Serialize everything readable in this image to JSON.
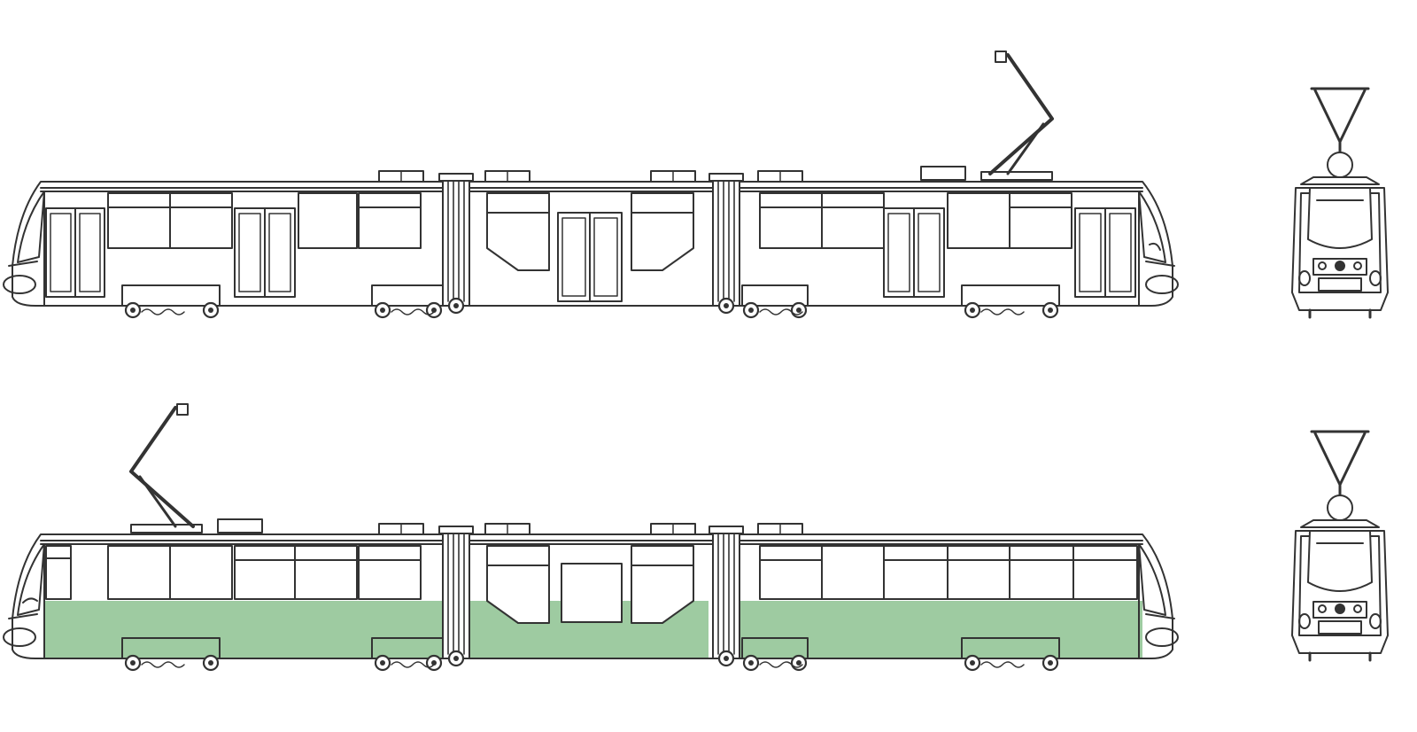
{
  "colors": {
    "background": "#ffffff",
    "line": "#333333",
    "livery_green": "#9ecba1",
    "body_fill": "#ffffff"
  },
  "views": [
    {
      "id": "top-side-view",
      "pantograph": "right",
      "livery": "none"
    },
    {
      "id": "top-front-view"
    },
    {
      "id": "bottom-side-view",
      "pantograph": "left",
      "livery": "green-lower"
    },
    {
      "id": "bottom-front-view"
    }
  ]
}
